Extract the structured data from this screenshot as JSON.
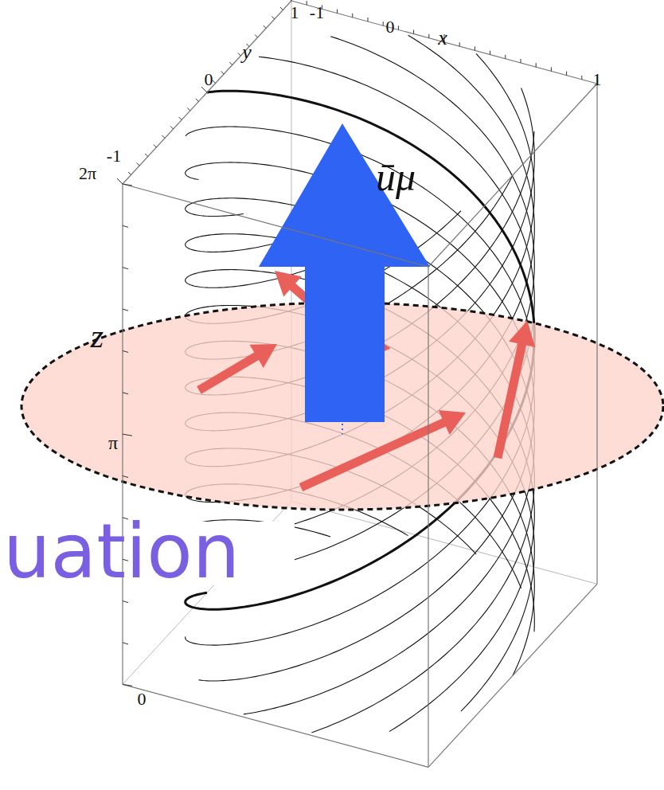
{
  "diagram": {
    "labels": [
      "1",
      "-1",
      "y",
      "0",
      "x",
      "0",
      "1",
      "-1",
      "2π",
      "ūμ",
      "z",
      "π",
      "uation",
      "0"
    ]
  }
}
